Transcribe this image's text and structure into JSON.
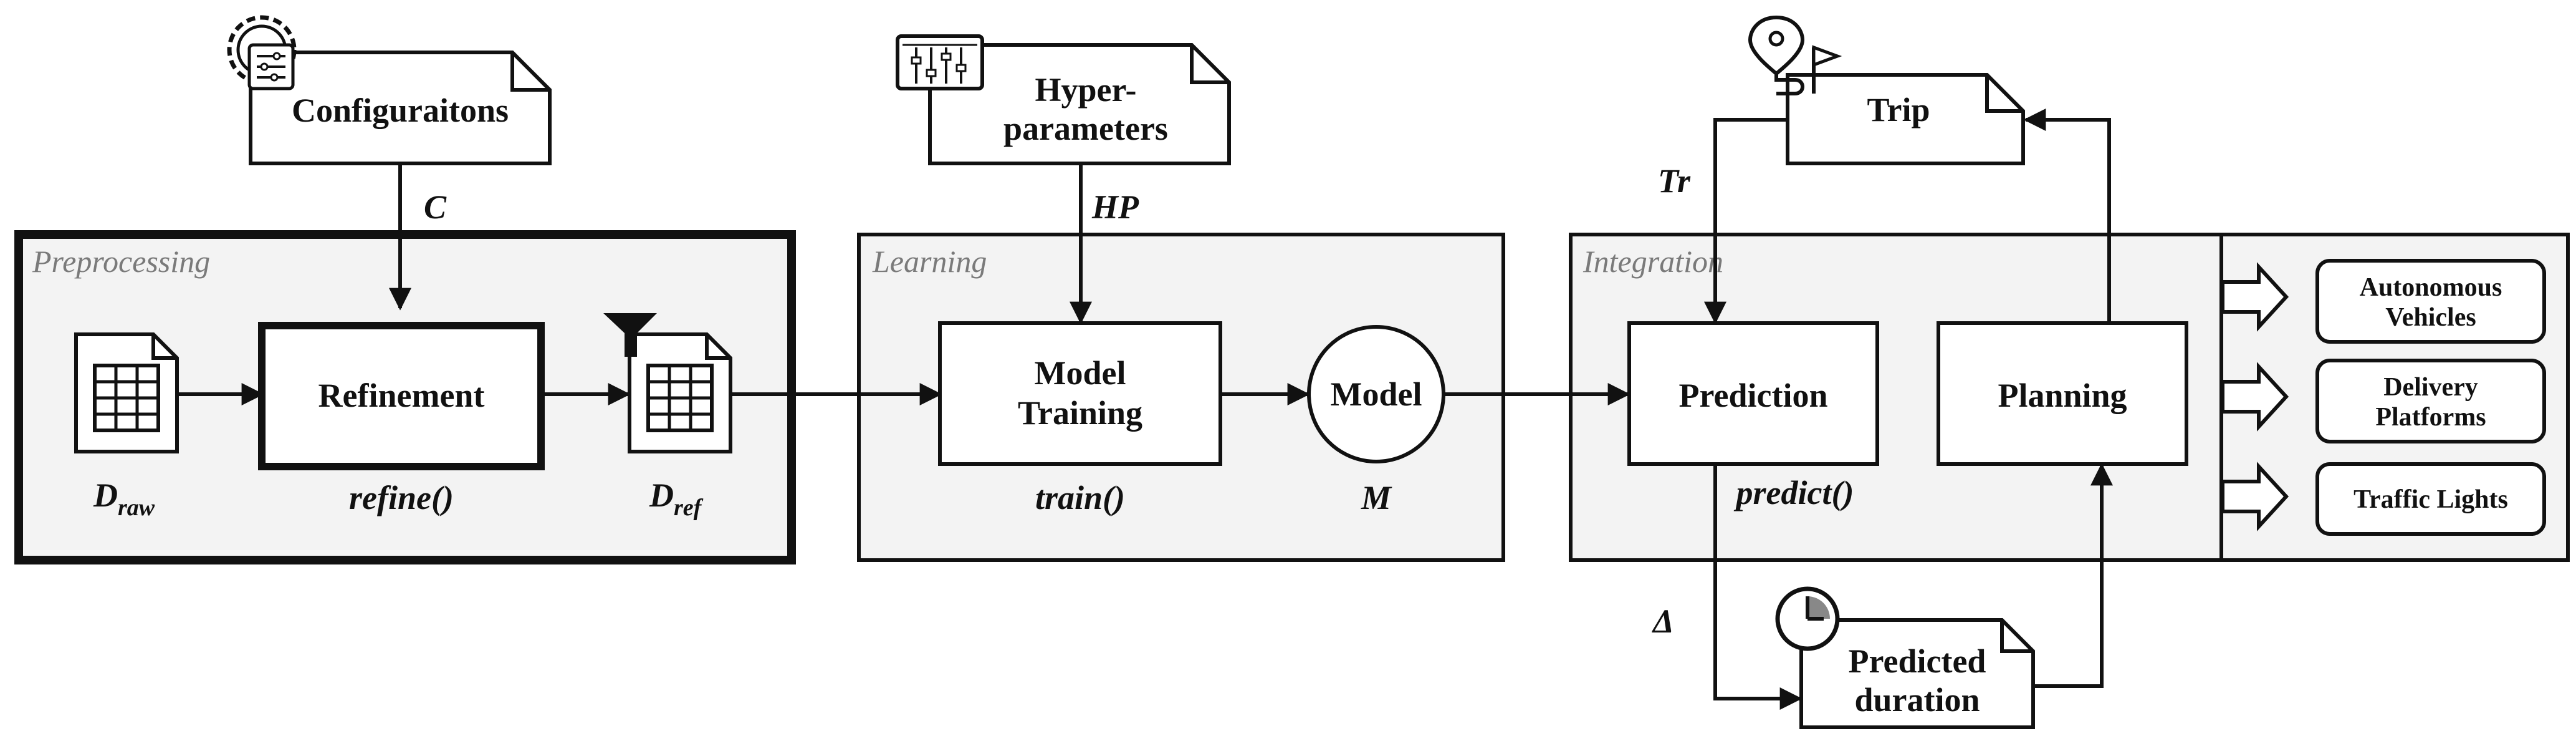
{
  "preprocessing": {
    "title": "Preprocessing",
    "config_doc": "Configuraitons",
    "config_arrow_label": "C",
    "refinement": "Refinement",
    "refinement_fn": "refine()",
    "raw_base": "D",
    "raw_sub": "raw",
    "ref_base": "D",
    "ref_sub": "ref"
  },
  "learning": {
    "title": "Learning",
    "hp_doc_line1": "Hyper-",
    "hp_doc_line2": "parameters",
    "hp_arrow_label": "HP",
    "model_training_line1": "Model",
    "model_training_line2": "Training",
    "train_fn": "train()",
    "model": "Model",
    "model_symbol": "M"
  },
  "integration": {
    "title": "Integration",
    "trip": "Trip",
    "trip_arrow_label": "Tr",
    "prediction": "Prediction",
    "predict_fn": "predict()",
    "planning": "Planning",
    "delta_label": "Δ",
    "predicted_duration_line1": "Predicted",
    "predicted_duration_line2": "duration",
    "consumers": [
      {
        "line1": "Autonomous",
        "line2": "Vehicles"
      },
      {
        "line1": "Delivery",
        "line2": "Platforms"
      },
      {
        "line1": "Traffic Lights",
        "line2": ""
      }
    ]
  },
  "icons": [
    "gear-sliders-icon",
    "equalizer-icon",
    "route-flag-icon",
    "clock-icon",
    "filter-icon",
    "table-icon"
  ],
  "colors": {
    "panel": "#f3f3f3",
    "stroke": "#111111",
    "section_title": "#7a7a7a"
  }
}
